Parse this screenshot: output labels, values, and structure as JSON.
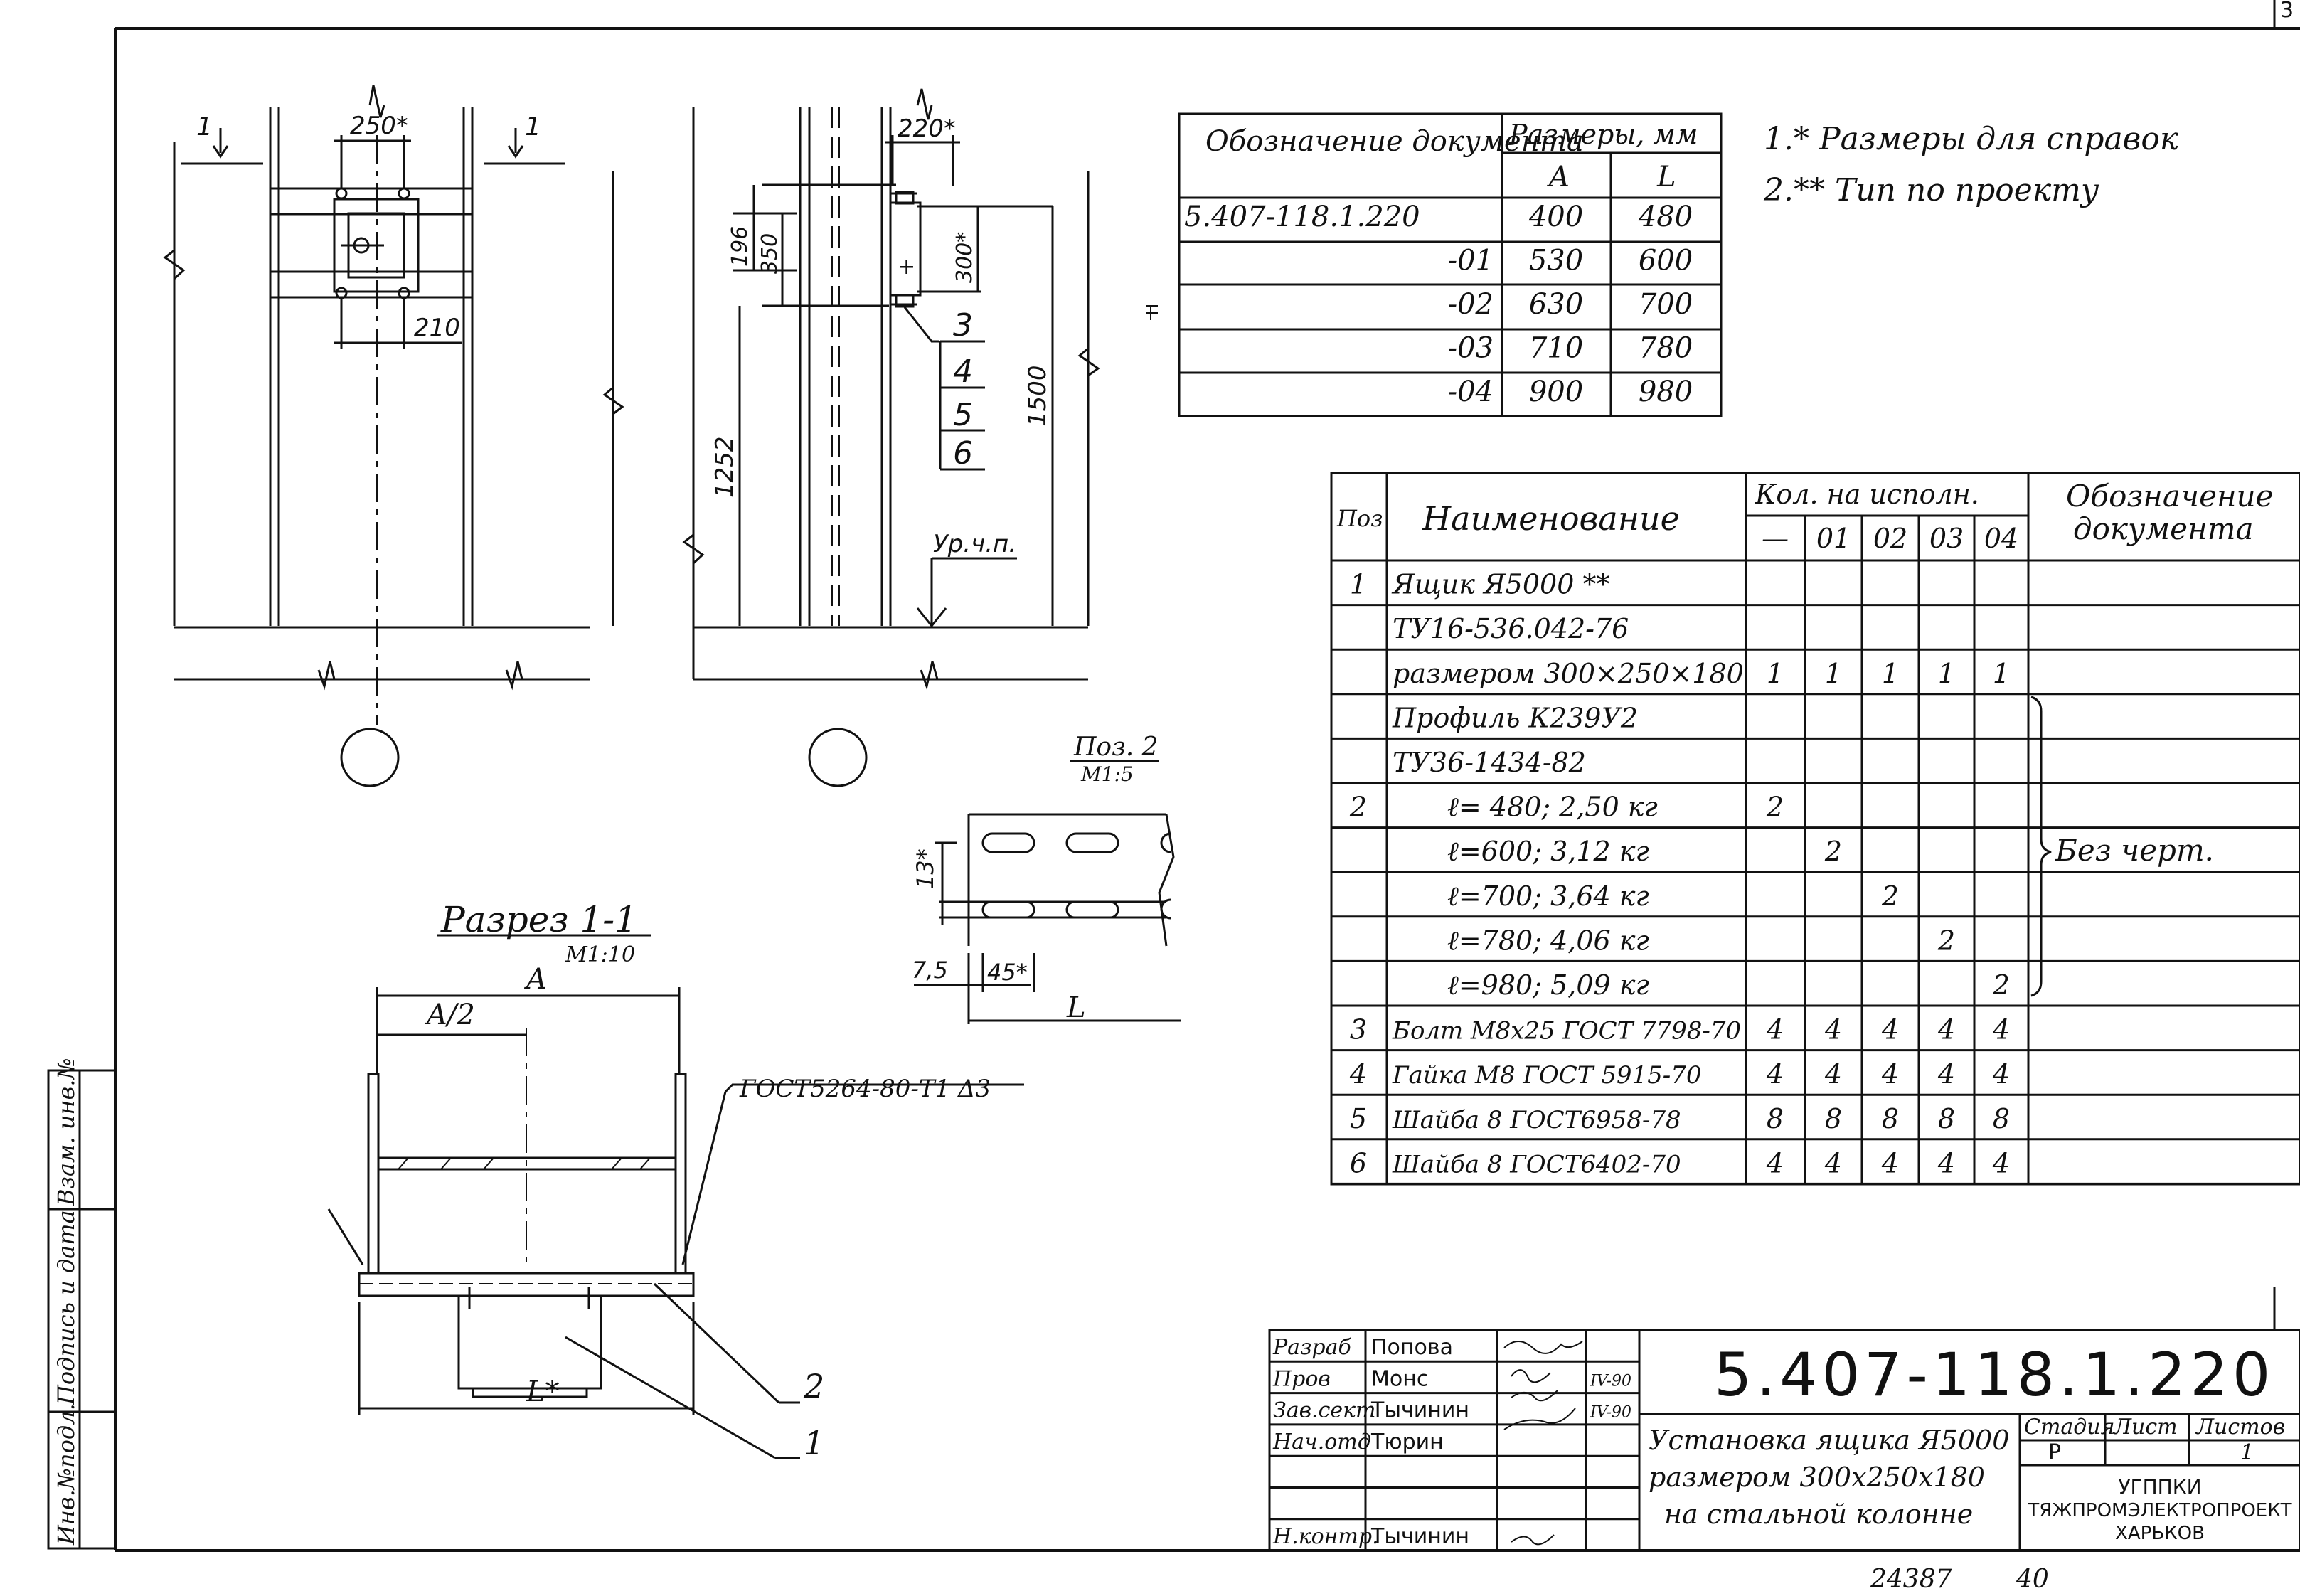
{
  "sheet_corner_mark": "3",
  "side_stamp": {
    "cells": [
      "Взам. инв.№",
      "Подпись и дата",
      "Инв.№подл."
    ]
  },
  "views": {
    "front": {
      "dim_top": "250*",
      "dim_bottom": "210",
      "cut_mark_left": "1",
      "cut_mark_right": "1"
    },
    "side": {
      "dim_top": "220*",
      "dim_196": "196",
      "dim_350": "350",
      "dim_300": "300*",
      "dim_1252": "1252",
      "dim_1500": "1500",
      "level_label": "Ур.ч.п.",
      "callouts": [
        "3",
        "4",
        "5",
        "6"
      ],
      "plus_mark": "+"
    },
    "section": {
      "title": "Разрез 1-1",
      "scale": "М1:10",
      "dim_A": "A",
      "dim_A2": "A/2",
      "dim_L": "L*",
      "weld_note": "ГОСТ5264-80-Т1 Δ3",
      "callout_2": "2",
      "callout_1": "1"
    },
    "pos2": {
      "title": "Поз. 2",
      "scale": "М1:5",
      "dim_13": "13*",
      "dim_7_5": "7,5",
      "dim_45": "45*",
      "dim_L": "L"
    }
  },
  "variants_table": {
    "header_doc": "Обозначение документа",
    "header_dims": "Размеры, мм",
    "col_a": "A",
    "col_l": "L",
    "rows": [
      {
        "doc": "5.407-118.1.220",
        "a": "400",
        "l": "480"
      },
      {
        "doc": "-01",
        "a": "530",
        "l": "600"
      },
      {
        "doc": "-02",
        "a": "630",
        "l": "700"
      },
      {
        "doc": "-03",
        "a": "710",
        "l": "780"
      },
      {
        "doc": "-04",
        "a": "900",
        "l": "980"
      }
    ]
  },
  "notes": [
    "1.* Размеры для справок",
    "2.** Тип по проекту"
  ],
  "spec_table": {
    "h_pos": "Поз",
    "h_name": "Наименование",
    "h_qty": "Кол. на исполн.",
    "h_doc_1": "Обозначение",
    "h_doc_2": "документа",
    "qty_cols": [
      "—",
      "01",
      "02",
      "03",
      "04"
    ],
    "rows": [
      {
        "pos": "1",
        "name": "Ящик Я5000 **",
        "q": [
          "",
          "",
          "",
          "",
          ""
        ]
      },
      {
        "pos": "",
        "name": "ТУ16-536.042-76",
        "q": [
          "",
          "",
          "",
          "",
          ""
        ]
      },
      {
        "pos": "",
        "name": "размером 300×250×180",
        "q": [
          "1",
          "1",
          "1",
          "1",
          "1"
        ]
      },
      {
        "pos": "",
        "name": "Профиль К239У2",
        "q": [
          "",
          "",
          "",
          "",
          ""
        ]
      },
      {
        "pos": "",
        "name": "ТУ36-1434-82",
        "q": [
          "",
          "",
          "",
          "",
          ""
        ]
      },
      {
        "pos": "2",
        "name": "ℓ= 480;  2,50 кг",
        "q": [
          "2",
          "",
          "",
          "",
          ""
        ]
      },
      {
        "pos": "",
        "name": "ℓ=600;  3,12 кг",
        "q": [
          "",
          "2",
          "",
          "",
          ""
        ]
      },
      {
        "pos": "",
        "name": "ℓ=700;  3,64 кг",
        "q": [
          "",
          "",
          "2",
          "",
          ""
        ]
      },
      {
        "pos": "",
        "name": "ℓ=780;  4,06 кг",
        "q": [
          "",
          "",
          "",
          "2",
          ""
        ]
      },
      {
        "pos": "",
        "name": "ℓ=980;  5,09 кг",
        "q": [
          "",
          "",
          "",
          "",
          "2"
        ]
      },
      {
        "pos": "3",
        "name": "Болт М8х25 ГОСТ 7798-70",
        "q": [
          "4",
          "4",
          "4",
          "4",
          "4"
        ]
      },
      {
        "pos": "4",
        "name": "Гайка М8 ГОСТ 5915-70",
        "q": [
          "4",
          "4",
          "4",
          "4",
          "4"
        ]
      },
      {
        "pos": "5",
        "name": "Шайба 8 ГОСТ6958-78",
        "q": [
          "8",
          "8",
          "8",
          "8",
          "8"
        ]
      },
      {
        "pos": "6",
        "name": "Шайба 8 ГОСТ6402-70",
        "q": [
          "4",
          "4",
          "4",
          "4",
          "4"
        ]
      }
    ],
    "bracket_note": "Без черт."
  },
  "title_block": {
    "code": "5.407-118.1.220",
    "roles": [
      {
        "role": "Разраб",
        "name": "Попова",
        "date": ""
      },
      {
        "role": "Пров",
        "name": "Монс",
        "date": "IV-90"
      },
      {
        "role": "Зав.сект",
        "name": "Тычинин",
        "date": "IV-90"
      },
      {
        "role": "Нач.отд",
        "name": "Тюрин",
        "date": ""
      },
      {
        "role": "",
        "name": "",
        "date": ""
      },
      {
        "role": "",
        "name": "",
        "date": ""
      },
      {
        "role": "Н.контр.",
        "name": "Тычинин",
        "date": ""
      }
    ],
    "desc": [
      "Установка ящика Я5000",
      "размером 300х250х180",
      "на стальной колонне"
    ],
    "h_stage": "Стадия",
    "h_sheet": "Лист",
    "h_sheets": "Листов",
    "stage": "Р",
    "sheet": "",
    "sheets": "1",
    "org": [
      "УГППКИ",
      "ТЯЖПРОМЭЛЕКТРОПРОЕКТ",
      "ХАРЬКОВ"
    ],
    "bottom_code_1": "24387",
    "bottom_code_2": "40"
  }
}
